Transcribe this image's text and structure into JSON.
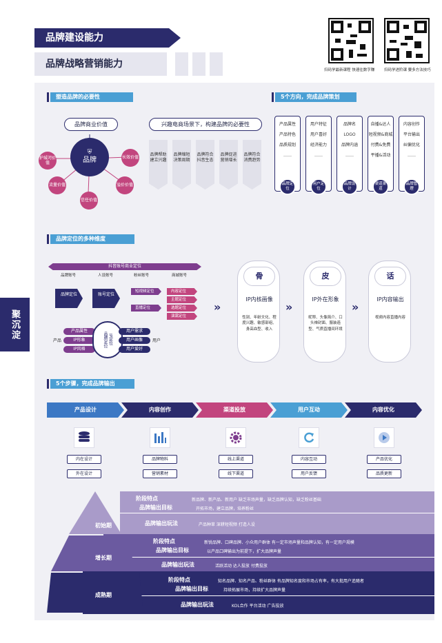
{
  "header": {
    "title1": "品牌建设能力",
    "title2": "品牌战略营销能力"
  },
  "qr": {
    "cap1": "扫码学最新课程 快速往数字赚",
    "cap2": "扫码学进阶课 要多方法技巧"
  },
  "side": {
    "label": "聚沉淀"
  },
  "s1": {
    "title": "塑造品牌的必要性",
    "value_title": "品牌商业价值",
    "center": "品牌",
    "values": [
      "护城河价值",
      "长效价值",
      "溢价价值",
      "流量价值",
      "信任价值"
    ],
    "why_title": "兴趣电商场景下，构建品牌的必要性",
    "why": [
      "品牌帮助建立兴趣",
      "品牌缩短决策周期",
      "品牌符合抖音生态",
      "品牌促进营销增长",
      "品牌符合消费趋势"
    ]
  },
  "s2": {
    "title": "5个方向，完成品牌策划",
    "cols": [
      {
        "items": [
          "产品属性",
          "产品特色",
          "品质规划",
          "……"
        ],
        "foot": "品牌定位"
      },
      {
        "items": [
          "用户特征",
          "用户喜好",
          "经济能力",
          "……"
        ],
        "foot": "用户定位"
      },
      {
        "items": [
          "品牌名",
          "LOGO",
          "品牌内涵",
          "……"
        ],
        "foot": "品牌设计"
      },
      {
        "items": [
          "自播&达人",
          "短视频&商城",
          "付费&免费",
          "平播&活动"
        ],
        "foot": "渠道渠道"
      },
      {
        "items": [
          "内容创作",
          "平台输出",
          "纠偏优化",
          "……"
        ],
        "foot": "品牌管理"
      }
    ]
  },
  "s3": {
    "title": "品牌定位的多种维度",
    "banner": "抖音账号商业定位",
    "accounts": [
      "品牌账号",
      "人设账号",
      "粉丝账号",
      "商城账号"
    ],
    "left1": "品牌定位",
    "left2": "账号定位",
    "mid": [
      "短视频定位",
      "直播定位"
    ],
    "right": [
      "内容定位",
      "主题定位",
      "选题定位",
      "演需定位"
    ],
    "ring_left": [
      "产品属性",
      "IP形象",
      "IP风格"
    ],
    "ring_left_tag": "产品",
    "ring_center1": "品牌定位",
    "ring_center2": "IP定位",
    "ring_right": [
      "用户需求",
      "用户画像",
      "用户爱好"
    ],
    "ring_right_tag": "用户",
    "cards": [
      {
        "head": "骨",
        "label": "IP内核画像",
        "text": "性别、年龄文化、程度兴趣、敏感部组、身高血型、收入"
      },
      {
        "head": "皮",
        "label": "IP外在形象",
        "text": "昵称、头像简介、口头禅封面、服装造型、气质直播间环境"
      },
      {
        "head": "话",
        "label": "IP内容输出",
        "text": "视频内容直播内容"
      }
    ]
  },
  "s4": {
    "title": "5个步骤，完成品牌输出",
    "steps": [
      "产品设计",
      "内容创作",
      "渠道投放",
      "用户互动",
      "内容优化"
    ],
    "step_icons": [
      "database-icon",
      "bars-icon",
      "gear-icon",
      "refresh-icon",
      "play-icon"
    ],
    "subs": [
      [
        "内在设计",
        "外在设计"
      ],
      [
        "品牌物料",
        "营销素材"
      ],
      [
        "线上渠道",
        "线下渠道"
      ],
      [
        "内容互动",
        "用户反馈"
      ],
      [
        "产品优化",
        "品质更新"
      ]
    ]
  },
  "pyramid": {
    "stages": [
      "初始期",
      "增长期",
      "成熟期"
    ],
    "l_feature": "阶段特点",
    "l_goal": "品牌输出目标",
    "l_play": "品牌输出玩法",
    "s1_feature": "新品牌、新产品、新用户        缺乏市场声量，缺乏品牌认知，缺乏粉丝基础",
    "s1_goal": "开拓市场，建立品牌，培养粉丝",
    "s1_play": "产品种草      深耕短视频      打造人设",
    "s2_feature": "新锐品牌、口碑品牌、小众用户群体     有一定市场声量和品牌认知，有一定用户规模",
    "s2_goal": "以产品口碑输出为前提下，扩大品牌声量",
    "s2_play": "活跃活动      达人投放      付费投放",
    "s3_feature": "知名品牌、知名产品、粉丝群体     有品牌知名度和市场占有率，有大批用户追随者",
    "s3_goal": "持续拓展市场，持续扩大品牌声量",
    "s3_play": "KOL合作      平台活动      广告投放"
  },
  "colors": {
    "navy": "#2b2b6c",
    "blue": "#4a9fd4",
    "pink": "#c2457e",
    "purple": "#7e3d8e"
  }
}
